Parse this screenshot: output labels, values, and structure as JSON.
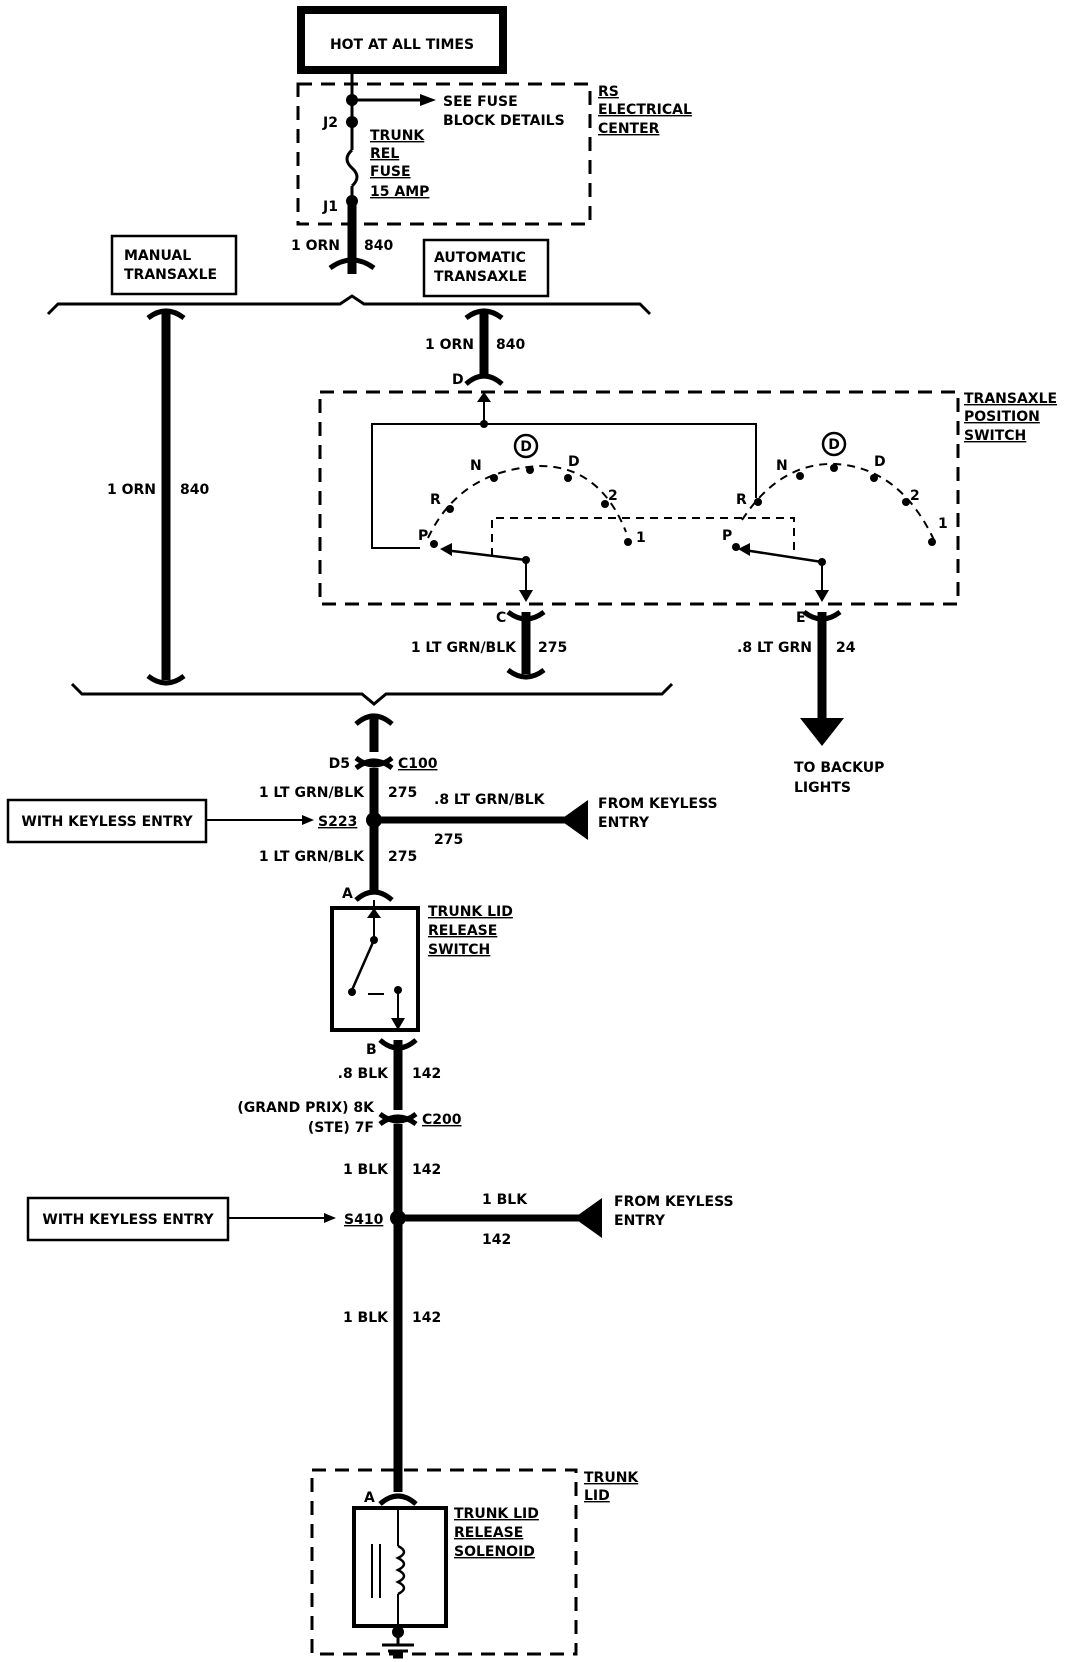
{
  "power": {
    "title": "HOT AT ALL TIMES"
  },
  "fuse_block": {
    "name_line1": "RS",
    "name_line2": "ELECTRICAL",
    "name_line3": "CENTER",
    "see_fuse_line1": "SEE FUSE",
    "see_fuse_line2": "BLOCK DETAILS",
    "j2": "J2",
    "j1": "J1",
    "fuse_line1": "TRUNK",
    "fuse_line2": "REL",
    "fuse_line3": "FUSE",
    "fuse_line4": "15 AMP"
  },
  "wires": {
    "w840_top_gauge": "1 ORN",
    "w840_top_circuit": "840",
    "w840_auto_gauge": "1 ORN",
    "w840_auto_circuit": "840",
    "w840_manual_gauge": "1 ORN",
    "w840_manual_circuit": "840",
    "w275_c_gauge": "1 LT GRN/BLK",
    "w275_c_circuit": "275",
    "w24_gauge": ".8 LT GRN",
    "w24_circuit": "24",
    "w275_a_gauge": "1 LT GRN/BLK",
    "w275_a_circuit": "275",
    "w275_keyless_gauge": ".8 LT GRN/BLK",
    "w275_keyless_circuit": "275",
    "w275_b_gauge": "1 LT GRN/BLK",
    "w275_b_circuit": "275",
    "w142_a_gauge": ".8 BLK",
    "w142_a_circuit": "142",
    "w142_b_gauge": "1 BLK",
    "w142_b_circuit": "142",
    "w142_keyless_gauge": "1 BLK",
    "w142_keyless_circuit": "142",
    "w142_c_gauge": "1 BLK",
    "w142_c_circuit": "142"
  },
  "options": {
    "manual_line1": "MANUAL",
    "manual_line2": "TRANSAXLE",
    "auto_line1": "AUTOMATIC",
    "auto_line2": "TRANSAXLE"
  },
  "transaxle_switch": {
    "name_line1": "TRANSAXLE",
    "name_line2": "POSITION",
    "name_line3": "SWITCH",
    "pin_d": "D",
    "pin_c": "C",
    "pin_e": "E",
    "positions": [
      "P",
      "R",
      "N",
      "D",
      "2",
      "1"
    ],
    "drive_circle": "D"
  },
  "backup": {
    "line1": "TO BACKUP",
    "line2": "LIGHTS"
  },
  "connectors": {
    "c100_pin": "D5",
    "c100_name": "C100",
    "c200_pin_gp": "(GRAND PRIX)  8K",
    "c200_pin_ste": "(STE)  7F",
    "c200_name": "C200"
  },
  "splices": {
    "s223": "S223",
    "s410": "S410"
  },
  "keyless": {
    "with_label_1": "WITH KEYLESS ENTRY",
    "with_label_2": "WITH KEYLESS ENTRY",
    "from_1_line1": "FROM KEYLESS",
    "from_1_line2": "ENTRY",
    "from_2_line1": "FROM KEYLESS",
    "from_2_line2": "ENTRY"
  },
  "release_switch": {
    "pin_a": "A",
    "pin_b": "B",
    "name_line1": "TRUNK LID",
    "name_line2": "RELEASE",
    "name_line3": "SWITCH"
  },
  "trunk_lid": {
    "name_line1": "TRUNK",
    "name_line2": "LID",
    "pin_a": "A",
    "solenoid_line1": "TRUNK LID",
    "solenoid_line2": "RELEASE",
    "solenoid_line3": "SOLENOID"
  }
}
